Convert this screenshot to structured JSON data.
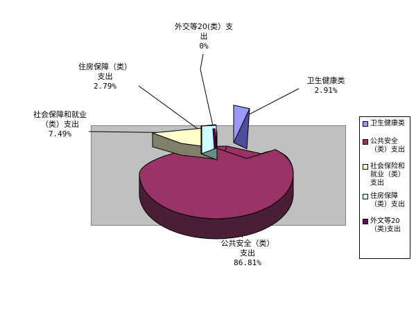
{
  "chart_data": {
    "type": "pie",
    "title": "",
    "subtitle": "",
    "xlabel": "",
    "ylabel": "",
    "exploded": true,
    "three_d": true,
    "legend_position": "right",
    "plot_area_color": "#c0c0c0",
    "background_color": "#ffffff",
    "categories": [
      "卫生健康类",
      "公共安全（类）支出",
      "社会保障和就业（类）支出",
      "住房保障（类）支出",
      "外交等20（类）支出"
    ],
    "values": [
      2.91,
      86.81,
      7.49,
      2.79,
      0
    ],
    "value_labels": [
      "2.91%",
      "86.81%",
      "7.49%",
      "2.79%",
      "0%"
    ],
    "colors": [
      "#9999ff",
      "#993366",
      "#ffffcc",
      "#ccffff",
      "#660066"
    ],
    "side_colors": [
      "#4d4d99",
      "#4a1f36",
      "#80806a",
      "#6d8a8a",
      "#3d003d"
    ]
  },
  "labels": {
    "waijiao": {
      "line1": "外交等20(类）支",
      "line2": "出",
      "pct": "0%"
    },
    "zhufang": {
      "line1": "住房保障（类）",
      "line2": "支出",
      "pct": "2.79%"
    },
    "shebao": {
      "line1": "社会保障和就业",
      "line2": "（类）支出",
      "pct": "7.49%"
    },
    "weisheng": {
      "line1": "卫生健康类",
      "pct": "2.91%"
    },
    "gonggonganquan": {
      "line1": "公共安全（类）",
      "line2": "支出",
      "pct": "86.81%"
    }
  },
  "legend": {
    "items": [
      {
        "label": "卫生健康类",
        "color": "#9999ff"
      },
      {
        "label": "公共安全（类）支出",
        "color": "#993366"
      },
      {
        "label": "社会保险和就业（类）支出",
        "color": "#ffffcc"
      },
      {
        "label": "住房保障（类）支出",
        "color": "#ccffff"
      },
      {
        "label": "外文等20（类)支出",
        "color": "#660066"
      }
    ]
  }
}
